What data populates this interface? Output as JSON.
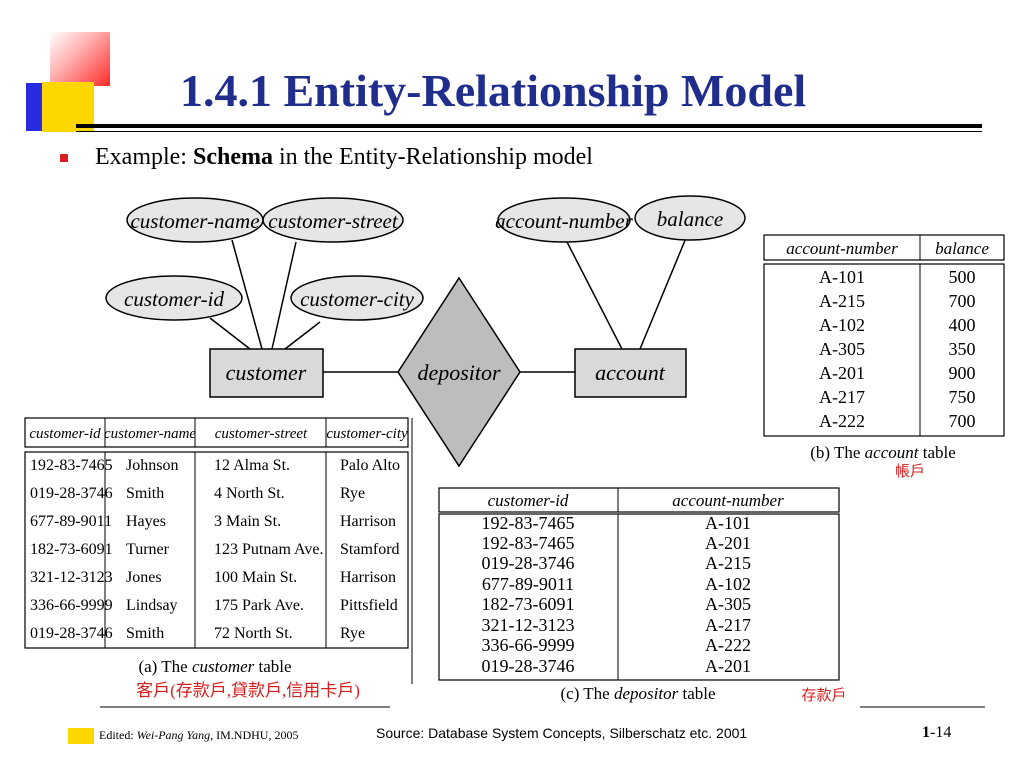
{
  "slide": {
    "title": "1.4.1 Entity-Relationship Model",
    "bullet_prefix": "Example: ",
    "bullet_bold": "Schema",
    "bullet_suffix": " in the Entity-Relationship model"
  },
  "er_diagram": {
    "entities": {
      "customer": "customer",
      "account": "account"
    },
    "relationship": "depositor",
    "attributes": {
      "customer_name": "customer-name",
      "customer_street": "customer-street",
      "customer_id": "customer-id",
      "customer_city": "customer-city",
      "account_number": "account-number",
      "balance": "balance"
    }
  },
  "customer_table": {
    "headers": [
      "customer-id",
      "customer-name",
      "customer-street",
      "customer-city"
    ],
    "rows": [
      [
        "192-83-7465",
        "Johnson",
        "12 Alma St.",
        "Palo Alto"
      ],
      [
        "019-28-3746",
        "Smith",
        "4 North St.",
        "Rye"
      ],
      [
        "677-89-9011",
        "Hayes",
        "3 Main St.",
        "Harrison"
      ],
      [
        "182-73-6091",
        "Turner",
        "123 Putnam Ave.",
        "Stamford"
      ],
      [
        "321-12-3123",
        "Jones",
        "100 Main St.",
        "Harrison"
      ],
      [
        "336-66-9999",
        "Lindsay",
        "175 Park Ave.",
        "Pittsfield"
      ],
      [
        "019-28-3746",
        "Smith",
        "72 North St.",
        "Rye"
      ]
    ],
    "caption_prefix": "(a) The ",
    "caption_italic": "customer",
    "caption_suffix": " table",
    "note": "客戶(存款戶,貸款戶,信用卡戶)"
  },
  "account_table": {
    "headers": [
      "account-number",
      "balance"
    ],
    "rows": [
      [
        "A-101",
        "500"
      ],
      [
        "A-215",
        "700"
      ],
      [
        "A-102",
        "400"
      ],
      [
        "A-305",
        "350"
      ],
      [
        "A-201",
        "900"
      ],
      [
        "A-217",
        "750"
      ],
      [
        "A-222",
        "700"
      ]
    ],
    "caption_prefix": "(b) The ",
    "caption_italic": "account",
    "caption_suffix": " table",
    "note": "帳戶"
  },
  "depositor_table": {
    "headers": [
      "customer-id",
      "account-number"
    ],
    "rows": [
      [
        "192-83-7465",
        "A-101"
      ],
      [
        "192-83-7465",
        "A-201"
      ],
      [
        "019-28-3746",
        "A-215"
      ],
      [
        "677-89-9011",
        "A-102"
      ],
      [
        "182-73-6091",
        "A-305"
      ],
      [
        "321-12-3123",
        "A-217"
      ],
      [
        "336-66-9999",
        "A-222"
      ],
      [
        "019-28-3746",
        "A-201"
      ]
    ],
    "caption_prefix": "(c) The ",
    "caption_italic": "depositor",
    "caption_suffix": " table",
    "note": "存款戶"
  },
  "footer": {
    "edited_label": "Edited: ",
    "author": "Wei-Pang Yang",
    "affiliation": ", IM.NDHU, 2005",
    "source": "Source: Database System Concepts, Silberschatz etc. 2001",
    "chapter": "1",
    "page": "-14"
  },
  "colors": {
    "title": "#1f2e8c",
    "bullet": "#d81e1e",
    "note": "#d81e1e",
    "entity_fill": "#d9d9d9",
    "attribute_fill": "#e6e6e6",
    "relationship_fill": "#bdbdbd"
  }
}
